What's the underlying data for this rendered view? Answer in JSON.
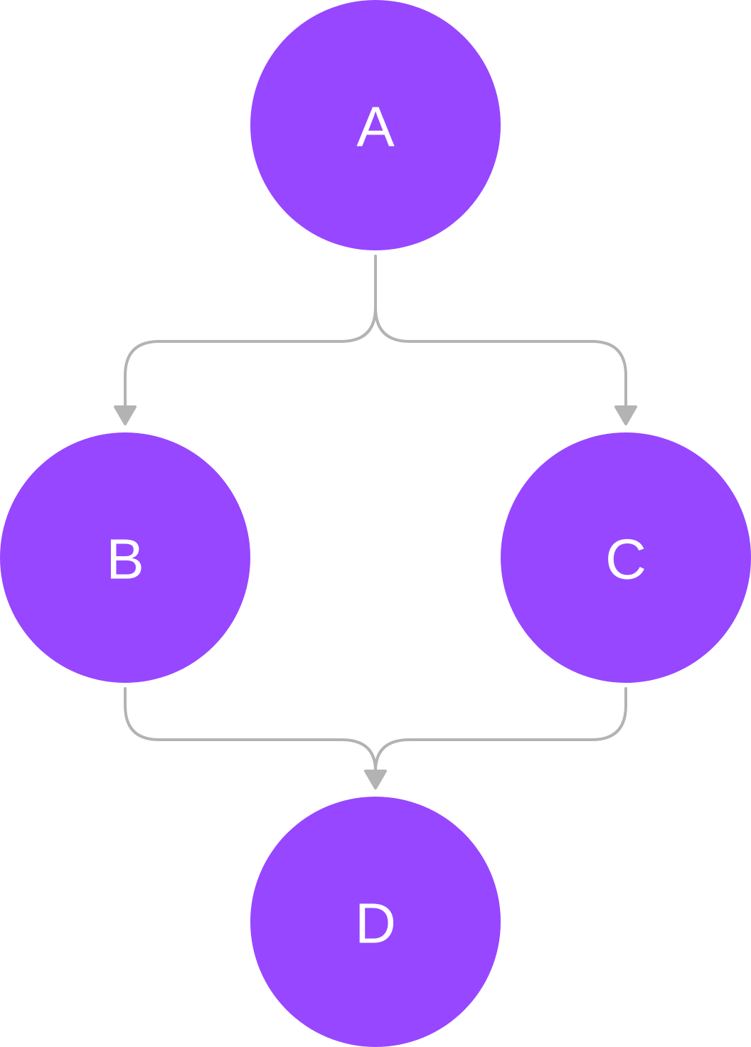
{
  "diagram": {
    "type": "directed-graph",
    "nodes": [
      {
        "id": "A",
        "label": "A"
      },
      {
        "id": "B",
        "label": "B"
      },
      {
        "id": "C",
        "label": "C"
      },
      {
        "id": "D",
        "label": "D"
      }
    ],
    "edges": [
      {
        "from": "A",
        "to": "B"
      },
      {
        "from": "A",
        "to": "C"
      },
      {
        "from": "B",
        "to": "D"
      },
      {
        "from": "C",
        "to": "D"
      }
    ]
  },
  "colors": {
    "node_fill": "#9747ff",
    "label": "#ffffff",
    "edge": "#b3b3b3",
    "background": "#ffffff"
  }
}
